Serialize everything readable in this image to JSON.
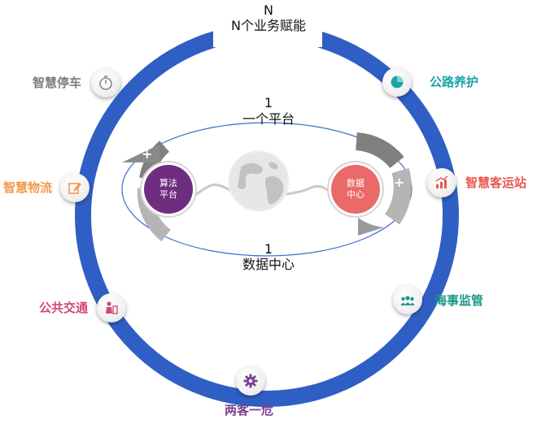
{
  "top": {
    "n": "N",
    "label": "N个业务赋能"
  },
  "platform": {
    "n": "1",
    "label": "一个平台"
  },
  "datacenter": {
    "n": "1",
    "label": "数据中心"
  },
  "left_ball": {
    "line1": "算法",
    "line2": "平台"
  },
  "right_ball": {
    "line1": "数据",
    "line2": "中心"
  },
  "plus_sign": "+",
  "nodes": [
    {
      "label": "智慧停车",
      "icon": "stopwatch-icon",
      "color": "#7f7f7f"
    },
    {
      "label": "公路养护",
      "icon": "pie-chart-icon",
      "color": "#1aa3a8"
    },
    {
      "label": "智慧物流",
      "icon": "edit-icon",
      "color": "#f29a4a"
    },
    {
      "label": "智慧客运站",
      "icon": "bar-chart-icon",
      "color": "#e8584f"
    },
    {
      "label": "公共交通",
      "icon": "people-icon",
      "color": "#d4496e"
    },
    {
      "label": "海事监管",
      "icon": "team-icon",
      "color": "#1a9a8a"
    },
    {
      "label": "两客一危",
      "icon": "gear-icon",
      "color": "#7b3f91"
    }
  ],
  "colors": {
    "ring": "#2f5fc4",
    "left_ball": "#6e2d7f",
    "right_ball": "#ea6a6a",
    "arc_dark": "#808080",
    "arc_light": "#b5b5b5"
  }
}
